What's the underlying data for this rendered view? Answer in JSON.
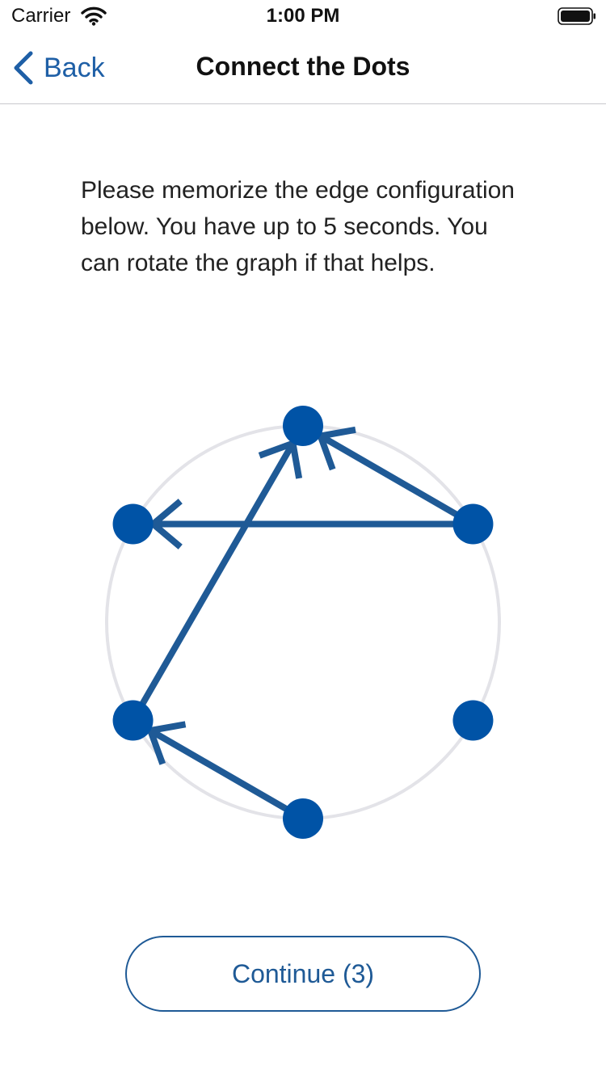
{
  "status_bar": {
    "carrier": "Carrier",
    "time": "1:00 PM",
    "icons": {
      "wifi": "wifi-icon",
      "battery": "battery-icon"
    }
  },
  "nav": {
    "back_label": "Back",
    "back_icon": "chevron-left-icon",
    "title": "Connect the Dots"
  },
  "instructions": "Please memorize the edge configuration below. You have up to 5 seconds. You can rotate the graph if that helps.",
  "graph": {
    "node_count": 6,
    "nodes": [
      "top",
      "upper-right",
      "lower-right",
      "bottom",
      "lower-left",
      "upper-left"
    ],
    "edges": [
      {
        "from": "lower-left",
        "to": "top"
      },
      {
        "from": "upper-right",
        "to": "top"
      },
      {
        "from": "upper-right",
        "to": "upper-left"
      },
      {
        "from": "bottom",
        "to": "lower-left"
      }
    ],
    "colors": {
      "node": "#0053a6",
      "edge": "#1f5a96",
      "ring": "#e3e3e8"
    }
  },
  "continue_button": {
    "label": "Continue (3)"
  },
  "colors": {
    "accent": "#1f5a96",
    "back_text": "#1e5fa6"
  }
}
